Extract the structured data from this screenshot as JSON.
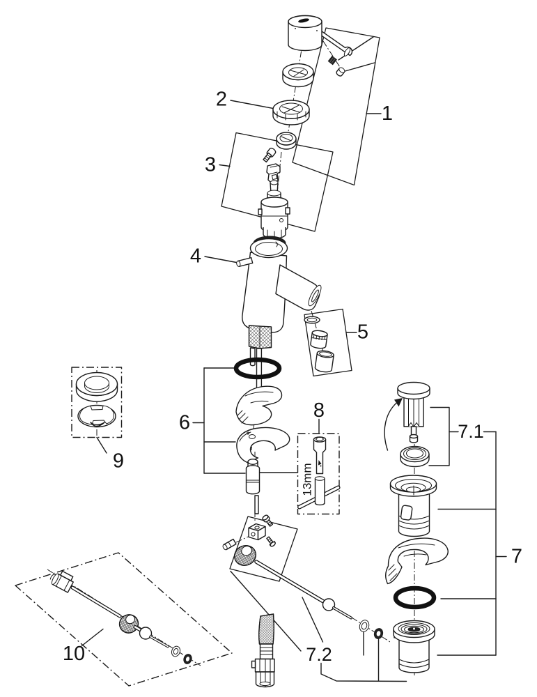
{
  "diagram": {
    "background": "#ffffff",
    "line_color": "#1a1a1a",
    "callouts": {
      "part1": "1",
      "part2": "2",
      "part3": "3",
      "part4": "4",
      "part5": "5",
      "part6": "6",
      "part7": "7",
      "part7_1": "7.1",
      "part7_2": "7.2",
      "part8": "8",
      "part9": "9",
      "part10": "10",
      "tool_size": "13mm"
    }
  }
}
